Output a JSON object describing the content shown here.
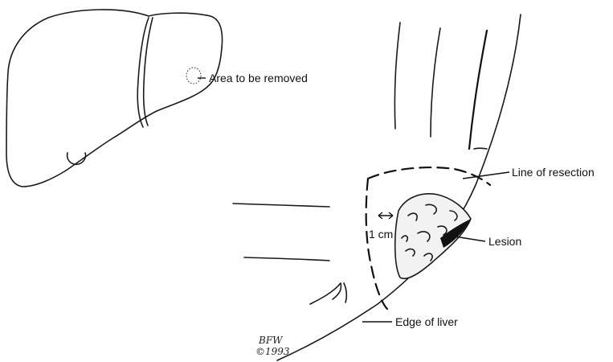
{
  "labels": {
    "area_removed": "Area to be removed",
    "line_of_resection": "Line of resection",
    "lesion": "Lesion",
    "one_cm": "1 cm",
    "edge_of_liver": "Edge of liver"
  },
  "signature": {
    "initials": "BFW",
    "year": "©1993"
  },
  "colors": {
    "ink": "#111111",
    "background": "#ffffff"
  }
}
